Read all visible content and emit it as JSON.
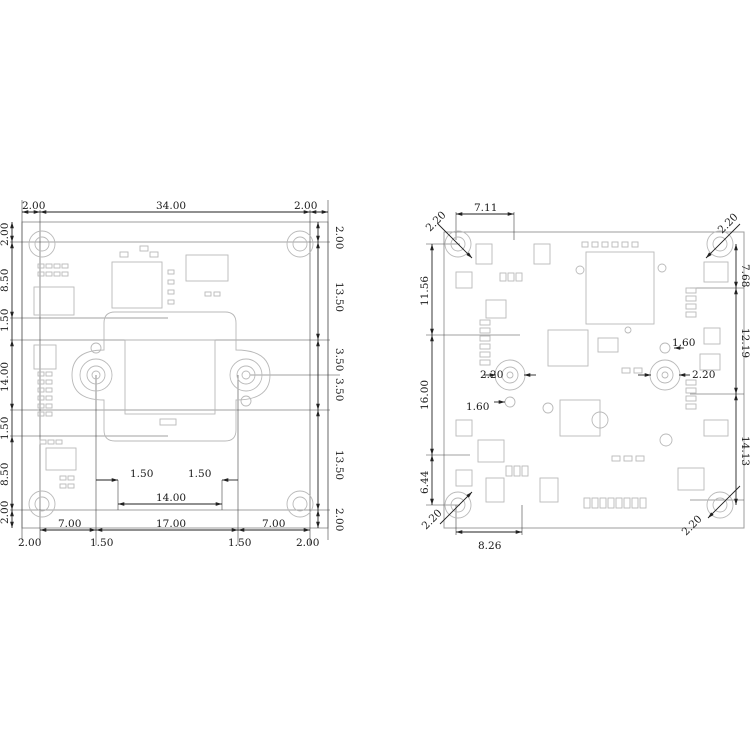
{
  "left_view": {
    "dims": {
      "top_left": "2.00",
      "top_width": "34.00",
      "top_right": "2.00",
      "left_top": "2.00",
      "left_upper": "8.50",
      "left_a": "1.50",
      "left_mid": "14.00",
      "left_b": "1.50",
      "left_lower": "8.50",
      "left_bottom": "2.00",
      "right_top": "2.00",
      "right_upper": "13.50",
      "right_a": "3.50",
      "right_b": "3.50",
      "right_lower": "13.50",
      "right_bottom": "2.00",
      "inner_left": "1.50",
      "inner_right": "1.50",
      "inner_width": "14.00",
      "bottom_1": "7.00",
      "bottom_2": "17.00",
      "bottom_3": "7.00",
      "bottom_left": "2.00",
      "bottom_a": "1.50",
      "bottom_b": "1.50",
      "bottom_right": "2.00"
    }
  },
  "right_view": {
    "dims": {
      "hole_tl": "2.20",
      "top_offset": "7.11",
      "hole_tr": "2.20",
      "left_upper": "11.56",
      "left_mid": "16.00",
      "left_lower": "6.44",
      "hole_center_left": "2.20",
      "hole_center_right": "2.20",
      "small_1": "1.60",
      "small_2": "1.60",
      "right_1": "7.68",
      "right_2": "12.19",
      "right_3": "14.13",
      "hole_bl": "2.20",
      "bottom_offset": "8.26",
      "hole_br": "2.20"
    }
  }
}
